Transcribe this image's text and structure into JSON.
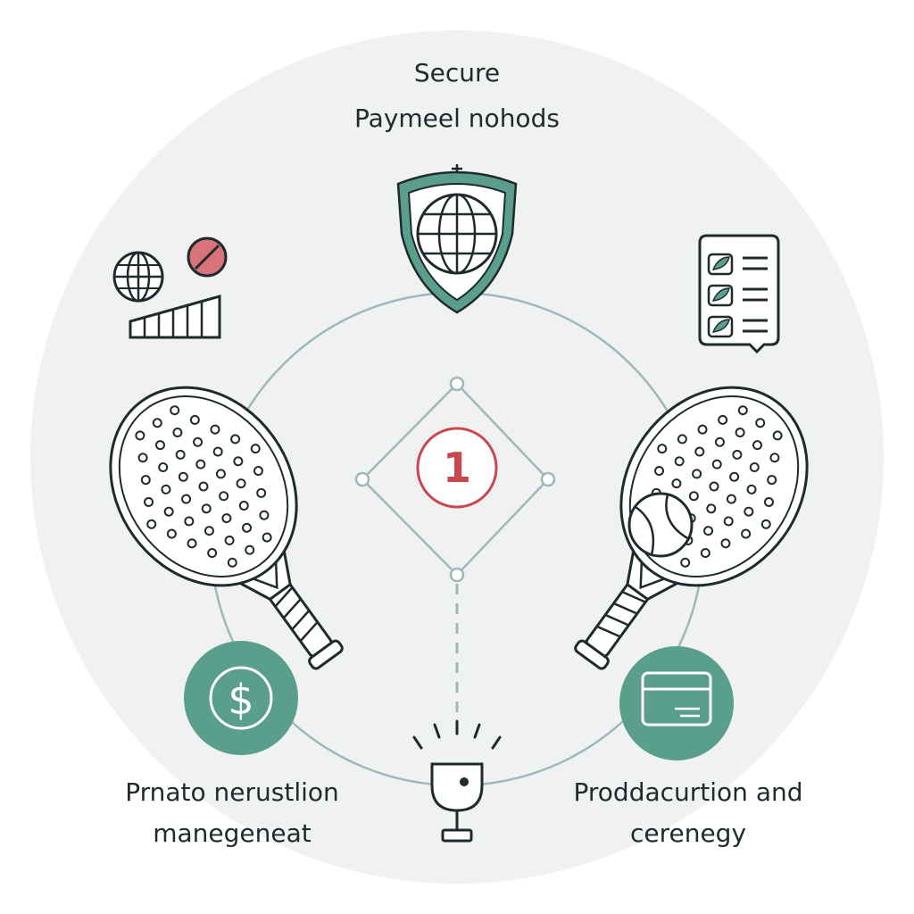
{
  "colors": {
    "teal": "#5a9e8c",
    "red": "#c9474f",
    "line": "#9db8ba",
    "ink": "#1f2a2c",
    "backdrop": "#f0f2f2"
  },
  "top_label": {
    "line1": "Secure",
    "line2": "Paymeel nohods"
  },
  "left_label": {
    "line1": "Prnato nerustlion",
    "line2": "manegeneat"
  },
  "right_label": {
    "line1": "Proddacurtion and",
    "line2": "cerenegy"
  },
  "center_badge": {
    "number": "1"
  },
  "icons": [
    "shield-globe-icon",
    "globe-icon",
    "no-entry-icon",
    "signal-bars-icon",
    "checklist-icon",
    "padel-racket-icon",
    "tennis-ball-icon",
    "dollar-coin-icon",
    "credit-card-icon",
    "trophy-icon"
  ]
}
